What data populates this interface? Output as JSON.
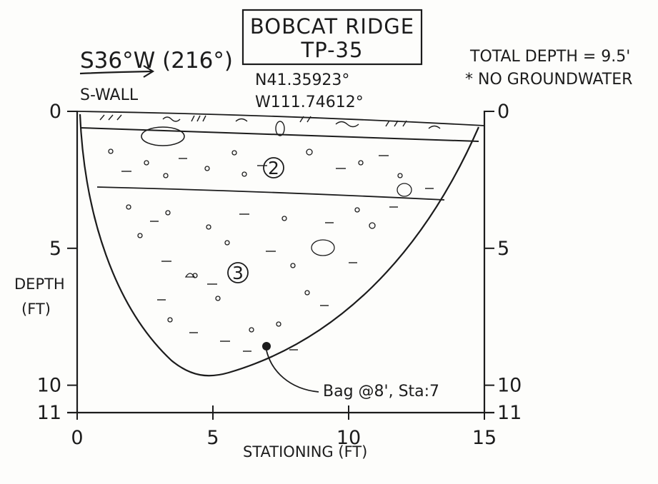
{
  "title": {
    "line1": "BOBCAT RIDGE",
    "line2": "TP-35"
  },
  "orientation": {
    "bearing": "S36°W (216°)",
    "wall": "S-WALL"
  },
  "coordinates": {
    "lat": "N41.35923°",
    "lon": "W111.74612°"
  },
  "notes": {
    "depth": "TOTAL DEPTH = 9.5'",
    "groundwater": "* NO GROUNDWATER"
  },
  "y_axis": {
    "title_line1": "DEPTH",
    "title_line2": "(FT)",
    "ticks": [
      {
        "value": 0,
        "label": "0"
      },
      {
        "value": 5,
        "label": "5"
      },
      {
        "value": 10,
        "label": "10"
      },
      {
        "value": 11,
        "label": "11"
      }
    ],
    "range": [
      0,
      11
    ]
  },
  "x_axis": {
    "title": "STATIONING (FT)",
    "ticks": [
      {
        "value": 0,
        "label": "0"
      },
      {
        "value": 5,
        "label": "5"
      },
      {
        "value": 10,
        "label": "10"
      },
      {
        "value": 15,
        "label": "15"
      }
    ],
    "range": [
      0,
      15
    ]
  },
  "units": [
    {
      "label": "2"
    },
    {
      "label": "3"
    }
  ],
  "sample": {
    "label": "Bag @8', Sta:7"
  },
  "colors": {
    "ink": "#1c1c1c",
    "paper": "#fdfdfb"
  }
}
